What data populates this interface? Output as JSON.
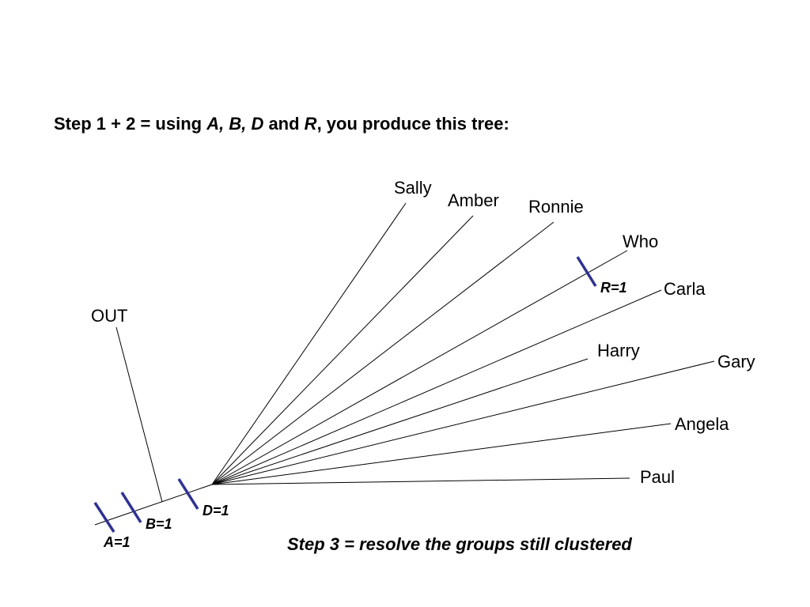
{
  "heading": {
    "prefix": "Step 1 + 2 = using ",
    "var_a": "A",
    "sep1": ", ",
    "var_b": "B",
    "sep2": ", ",
    "var_d": "D",
    "and": " and ",
    "var_r": "R",
    "suffix": ", you produce this tree:"
  },
  "tree": {
    "outgroup": "OUT",
    "taxa": [
      "Sally",
      "Amber",
      "Ronnie",
      "Who",
      "Carla",
      "Harry",
      "Gary",
      "Angela",
      "Paul"
    ],
    "marks": [
      {
        "label": "A=1"
      },
      {
        "label": "B=1"
      },
      {
        "label": "D=1"
      },
      {
        "label": "R=1"
      }
    ],
    "mark_color": "#2e3192"
  },
  "footnote": "Step 3 = resolve the groups still clustered"
}
